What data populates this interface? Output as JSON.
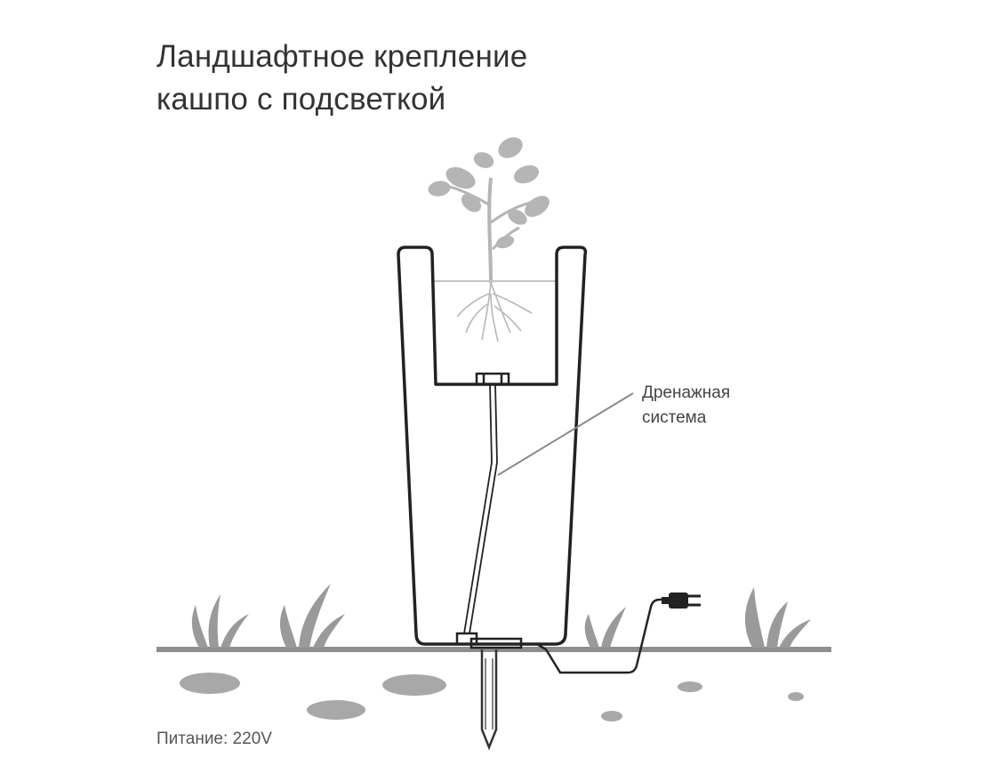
{
  "title": {
    "line1": "Ландшафтное крепление",
    "line2": "кашпо с подсветкой"
  },
  "callout": {
    "line1": "Дренажная",
    "line2": "система"
  },
  "footer": {
    "power_label": "Питание: 220V"
  },
  "colors": {
    "outline": "#222222",
    "pot_fill": "#ffffff",
    "plant": "#b5b5b5",
    "ground": "#8e8e8e",
    "grass": "#9a9a9a",
    "stones": "#a8a8a8",
    "callout_line": "#8a8a8a"
  },
  "icons": [
    "plant-icon",
    "grass-icon",
    "power-plug-icon",
    "ground-stake-icon",
    "stone-icon"
  ]
}
